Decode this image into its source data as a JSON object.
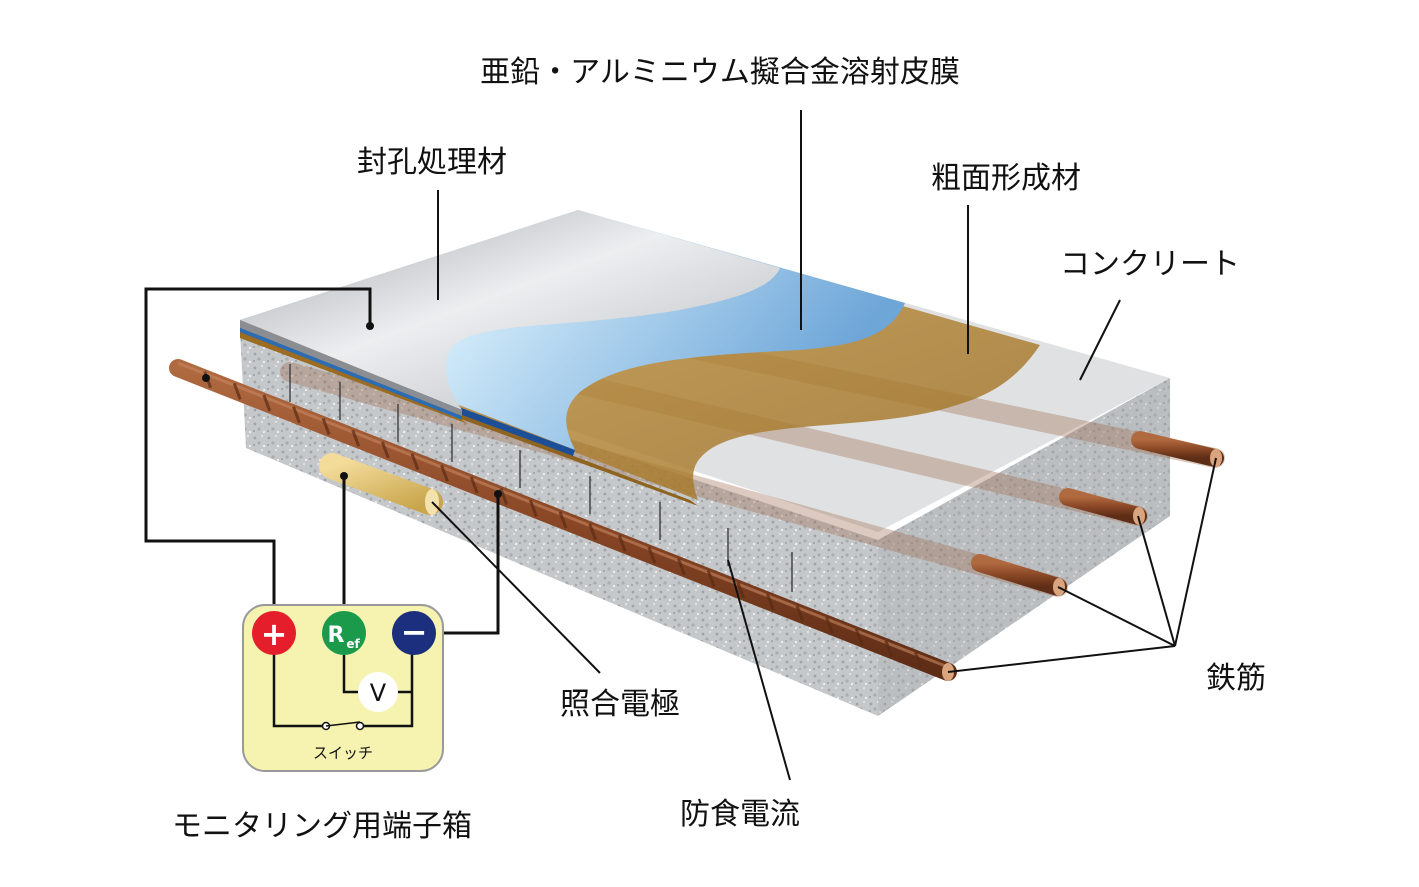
{
  "labels": {
    "zinc_al_film": "亜鉛・アルミニウム擬合金溶射皮膜",
    "sealer": "封孔処理材",
    "rough_surface": "粗面形成材",
    "concrete": "コンクリート",
    "rebar": "鉄筋",
    "reference_electrode": "照合電極",
    "protection_current": "防食電流",
    "terminal_box": "モニタリング用端子箱"
  },
  "terminal_box": {
    "plus": "+",
    "ref_main": "R",
    "ref_sub": "ef",
    "minus": "−",
    "voltmeter": "V",
    "switch_label": "スイッチ"
  },
  "colors": {
    "terminal_plus": "#e41e2b",
    "terminal_ref": "#1a9a4a",
    "terminal_minus": "#1c2f7e",
    "box_fill": "#f6f3b0",
    "rebar": "#8b4a2b",
    "film_blue": "#7fb3e0",
    "rough_brown": "#b8862f",
    "sealer_gray": "#c8c9cc",
    "concrete_gray": "#bfc2c4"
  }
}
